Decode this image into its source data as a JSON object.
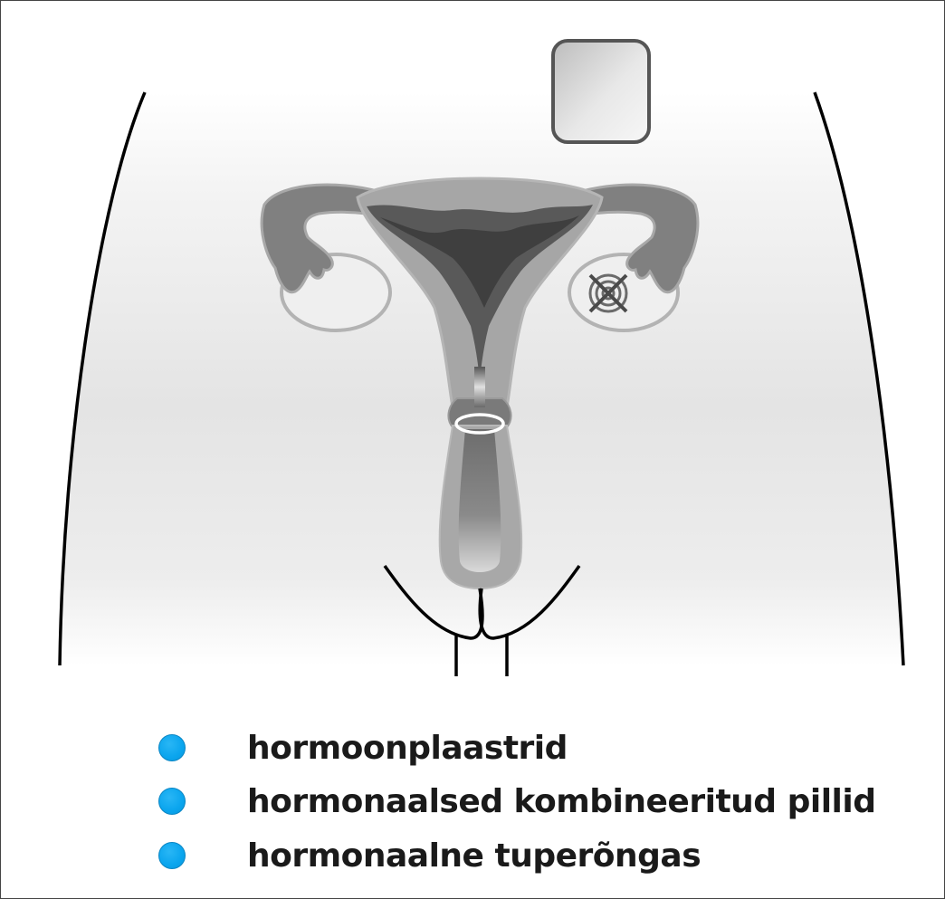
{
  "legend": {
    "bullet_color": "#0aa5ee",
    "items": [
      {
        "label": "hormoonplaastrid"
      },
      {
        "label": "hormonaalsed kombineeritud pillid"
      },
      {
        "label": "hormonaalne tuperõngas"
      }
    ]
  },
  "illustration": {
    "icons": [
      "patch-icon",
      "ovary-inhibited-icon",
      "vaginal-ring-icon"
    ]
  }
}
